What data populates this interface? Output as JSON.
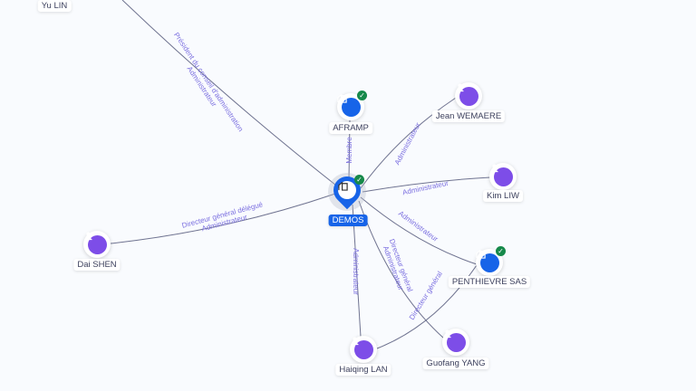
{
  "center": {
    "name": "DEMOS",
    "verified": true
  },
  "nodes": [
    {
      "id": "yu",
      "name": "Yu LIN",
      "type": "person"
    },
    {
      "id": "aframp",
      "name": "AFRAMP",
      "type": "company",
      "verified": true
    },
    {
      "id": "jean",
      "name": "Jean WEMAERE",
      "type": "person"
    },
    {
      "id": "kim",
      "name": "Kim LIW",
      "type": "person"
    },
    {
      "id": "dai",
      "name": "Dai SHEN",
      "type": "person"
    },
    {
      "id": "penthievre",
      "name": "PENTHIEVRE SAS",
      "type": "company",
      "verified": true
    },
    {
      "id": "haiqing",
      "name": "Haiqing LAN",
      "type": "person"
    },
    {
      "id": "guofang",
      "name": "Guofang YANG",
      "type": "person"
    }
  ],
  "edges": {
    "yu": [
      "Président du conseil d'administration",
      "Administrateur"
    ],
    "aframp": [
      "Membre"
    ],
    "jean": [
      "Administrateur"
    ],
    "kim": [
      "Administrateur"
    ],
    "penthievre": [
      "Administrateur"
    ],
    "dai": [
      "Directeur général délégué",
      "Administrateur"
    ],
    "haiqing": [
      "Administrateur"
    ],
    "guofang": [
      "Directeur général",
      "Administrateur"
    ],
    "haiqing_penthievre": [
      "Directeur général"
    ]
  },
  "colors": {
    "person": "#7d4de8",
    "company": "#1764e8",
    "verified": "#16894a",
    "edge_label": "#7b6fe0"
  }
}
